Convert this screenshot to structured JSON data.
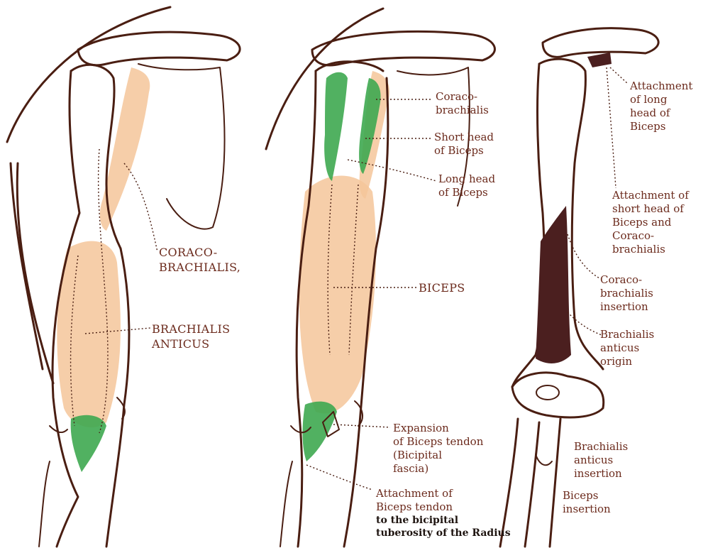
{
  "colors": {
    "ink": "#4a1e12",
    "label": "#6b2a1c",
    "muscle_orange": "#f4c69a",
    "tendon_green": "#3ea850",
    "attachment_dark": "#4b1f1f"
  },
  "panels": [
    {
      "labels": {
        "coracobrachialis": "CORACO-\nBRACHIALIS,",
        "brachialis_anticus": "BRACHIALIS\nANTICUS"
      }
    },
    {
      "labels": {
        "coracobrachialis": "Coraco-\nbrachialis",
        "short_head": "Short head\nof Biceps",
        "long_head": "Long head\nof Biceps",
        "biceps": "BICEPS",
        "expansion": "Expansion\nof Biceps tendon\n(Bicipital\nfascia)",
        "attachment_tendon_1": "Attachment of\nBiceps tendon",
        "attachment_tendon_2": "to the bicipital\ntuberosity of the Radius"
      }
    },
    {
      "labels": {
        "long_head_attachment": "Attachment\nof long\nhead of\nBiceps",
        "short_head_attachment": "Attachment of\nshort head of\nBiceps and\nCoraco-\nbrachialis",
        "coracobrachialis_insertion": "Coraco-\nbrachialis\ninsertion",
        "brachialis_origin": "Brachialis\nanticus\norigin",
        "brachialis_insertion": "Brachialis\nanticus\ninsertion",
        "biceps_insertion": "Biceps\ninsertion"
      }
    }
  ]
}
